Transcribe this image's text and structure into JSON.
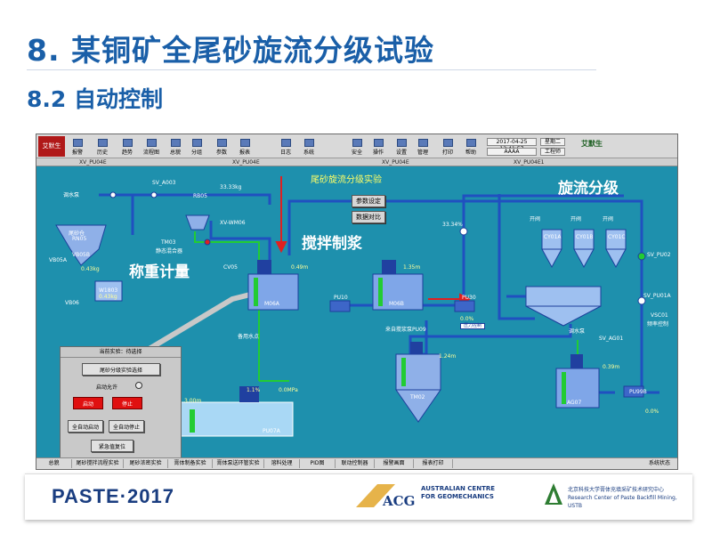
{
  "slide": {
    "title": "8. 某铜矿全尾砂旋流分级试验",
    "subtitle": "8.2 自动控制"
  },
  "toolbar": {
    "logo": "艾默生",
    "buttons": [
      "报警",
      "历史",
      "趋势",
      "流程图",
      "总貌",
      "分组",
      "参数",
      "报表",
      "日志",
      "系统",
      "安全",
      "操作",
      "设置",
      "管理",
      "打印",
      "帮助"
    ],
    "date": "2017-04-25 12:41:57",
    "weekday": "星期二",
    "user": "AAAA",
    "role": "工程师",
    "brand": "艾默生"
  },
  "strip": {
    "items": [
      "XV_PU04E",
      "XV_PU04E",
      "XV_PU04E",
      "XV_PU04E1"
    ]
  },
  "process": {
    "title": "尾砂旋流分级实验",
    "param_button": "参数设定",
    "compare_button": "数据对比",
    "labels": {
      "water_tank": "调水泵",
      "sv_a003": "SV_A003",
      "rb05": "RB05",
      "rb05_val": "33.33kg",
      "xv_wm06": "XV-WM06",
      "tm03": "TM03",
      "tm03_sub": "静态混合器",
      "silo": "尾砂仓",
      "rn05": "RN05",
      "vb05a": "VB05A",
      "vb05b": "VB05B",
      "silo_val": "0.43kg",
      "cv05": "CV05",
      "w1803": "W1803",
      "w1803_val": "0.43kg",
      "vb06": "VB06",
      "m06a": "M06A",
      "m06a_val": "0.49m",
      "m06b": "M06B",
      "m06b_val": "1.35m",
      "pu10": "PU10",
      "pu30": "PU30",
      "pu30_val": "0.0%",
      "pressure": "压力控制",
      "flow_pct": "33.34%",
      "cy01a": "CY01A",
      "cy01b": "CY01B",
      "cy01c": "CY01C",
      "kaiguan": "开阀",
      "sv_pu02": "SV_PU02",
      "sv_pu01a": "SV_PU01A",
      "vsc01": "VSC01",
      "vsc01_sub": "频率控制",
      "backup_water": "备用水点",
      "pump_line": "来自搅浆泵PU09",
      "tm02": "TM02",
      "tm02_val": "1.24m",
      "water_pump2": "调水泵",
      "sv_ag01": "SV_AG01",
      "ag07": "AG07",
      "ag07_val": "0.39m",
      "pu99b": "PU99B",
      "pu99b_val": "0.0%",
      "pool_val": "3.00m",
      "pu07a_pct": "1.1%",
      "pu07a": "PU07A",
      "pu07a_press": "0.0MPa"
    },
    "annotations": {
      "cyclone": "旋流分级",
      "mixing": "搅拌制浆",
      "weighing": "称重计量"
    }
  },
  "control_panel": {
    "header": "当前实验：待选择",
    "select_button": "尾砂分级实验选择",
    "start_allowed": "启动允许",
    "red_left": "启动",
    "red_right": "停止",
    "auto_start": "全自动启动",
    "auto_stop": "全自动停止",
    "reset": "紧急值复位"
  },
  "statusbar": {
    "items": [
      "总貌",
      "尾砂搅拌流程实验",
      "尾砂浓密实验",
      "膏体制备实验",
      "膏体泵送环管实验",
      "溶料处理",
      "PID图",
      "联动控制器",
      "报警画面",
      "报表打印",
      "系统状态"
    ]
  },
  "footer": {
    "paste": "PASTE·2017",
    "acg_mark": "ACG",
    "acg_line1": "AUSTRALIAN CENTRE",
    "acg_line2": "FOR GEOMECHANICS",
    "ustb_line1": "北京科技大学膏体充填采矿技术研究中心",
    "ustb_line2": "Research Center of Paste Backfill Mining, USTB"
  }
}
